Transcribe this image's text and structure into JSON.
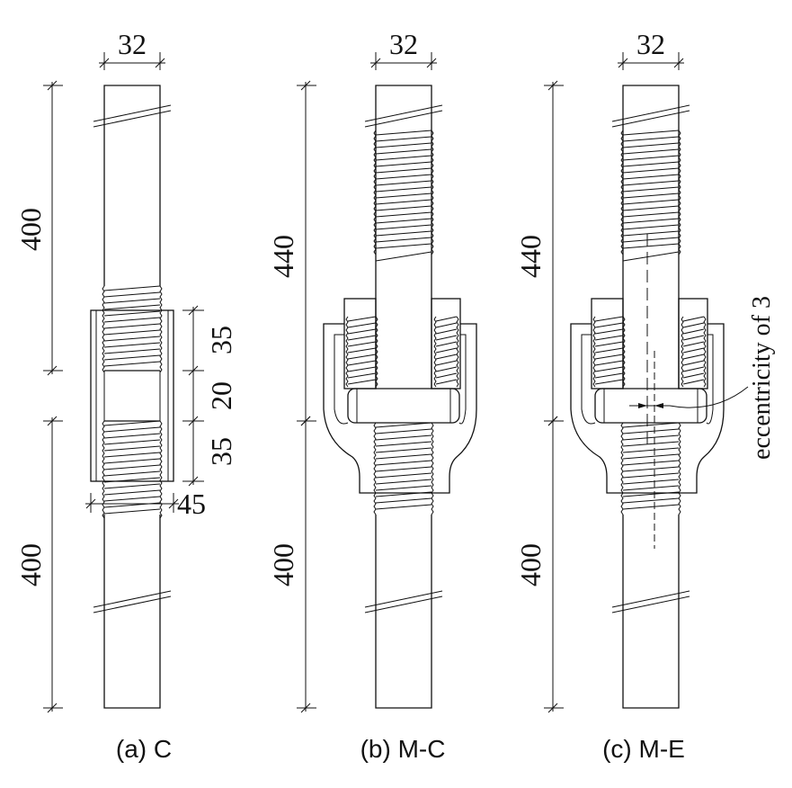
{
  "panels": [
    {
      "caption": "(a)  C",
      "top_width": "32",
      "upper_length": "400",
      "lower_length": "400",
      "coupler_dims": [
        "35",
        "20",
        "35"
      ],
      "coupler_width": "45"
    },
    {
      "caption": "(b)  M-C",
      "top_width": "32",
      "upper_length": "440",
      "lower_length": "400"
    },
    {
      "caption": "(c)  M-E",
      "top_width": "32",
      "upper_length": "440",
      "lower_length": "400",
      "annotation": "eccentricity of 3"
    }
  ]
}
